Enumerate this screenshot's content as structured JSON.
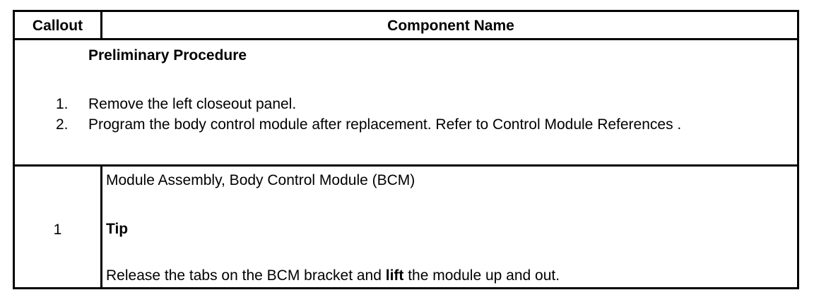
{
  "table": {
    "headers": {
      "callout": "Callout",
      "component_name": "Component Name"
    },
    "preliminary": {
      "heading": "Preliminary Procedure",
      "steps": [
        {
          "number": "1.",
          "text": "Remove the left closeout panel."
        },
        {
          "number": "2.",
          "text": "Program the body control module after replacement. Refer to Control Module References ."
        }
      ]
    },
    "rows": [
      {
        "callout": "1",
        "component": "Module Assembly, Body Control Module (BCM)",
        "tip_label": "Tip",
        "tip_text_part1": "Release the tabs on the BCM bracket and ",
        "tip_text_lift": "lift",
        "tip_text_part2": " the module up and out."
      }
    ]
  }
}
